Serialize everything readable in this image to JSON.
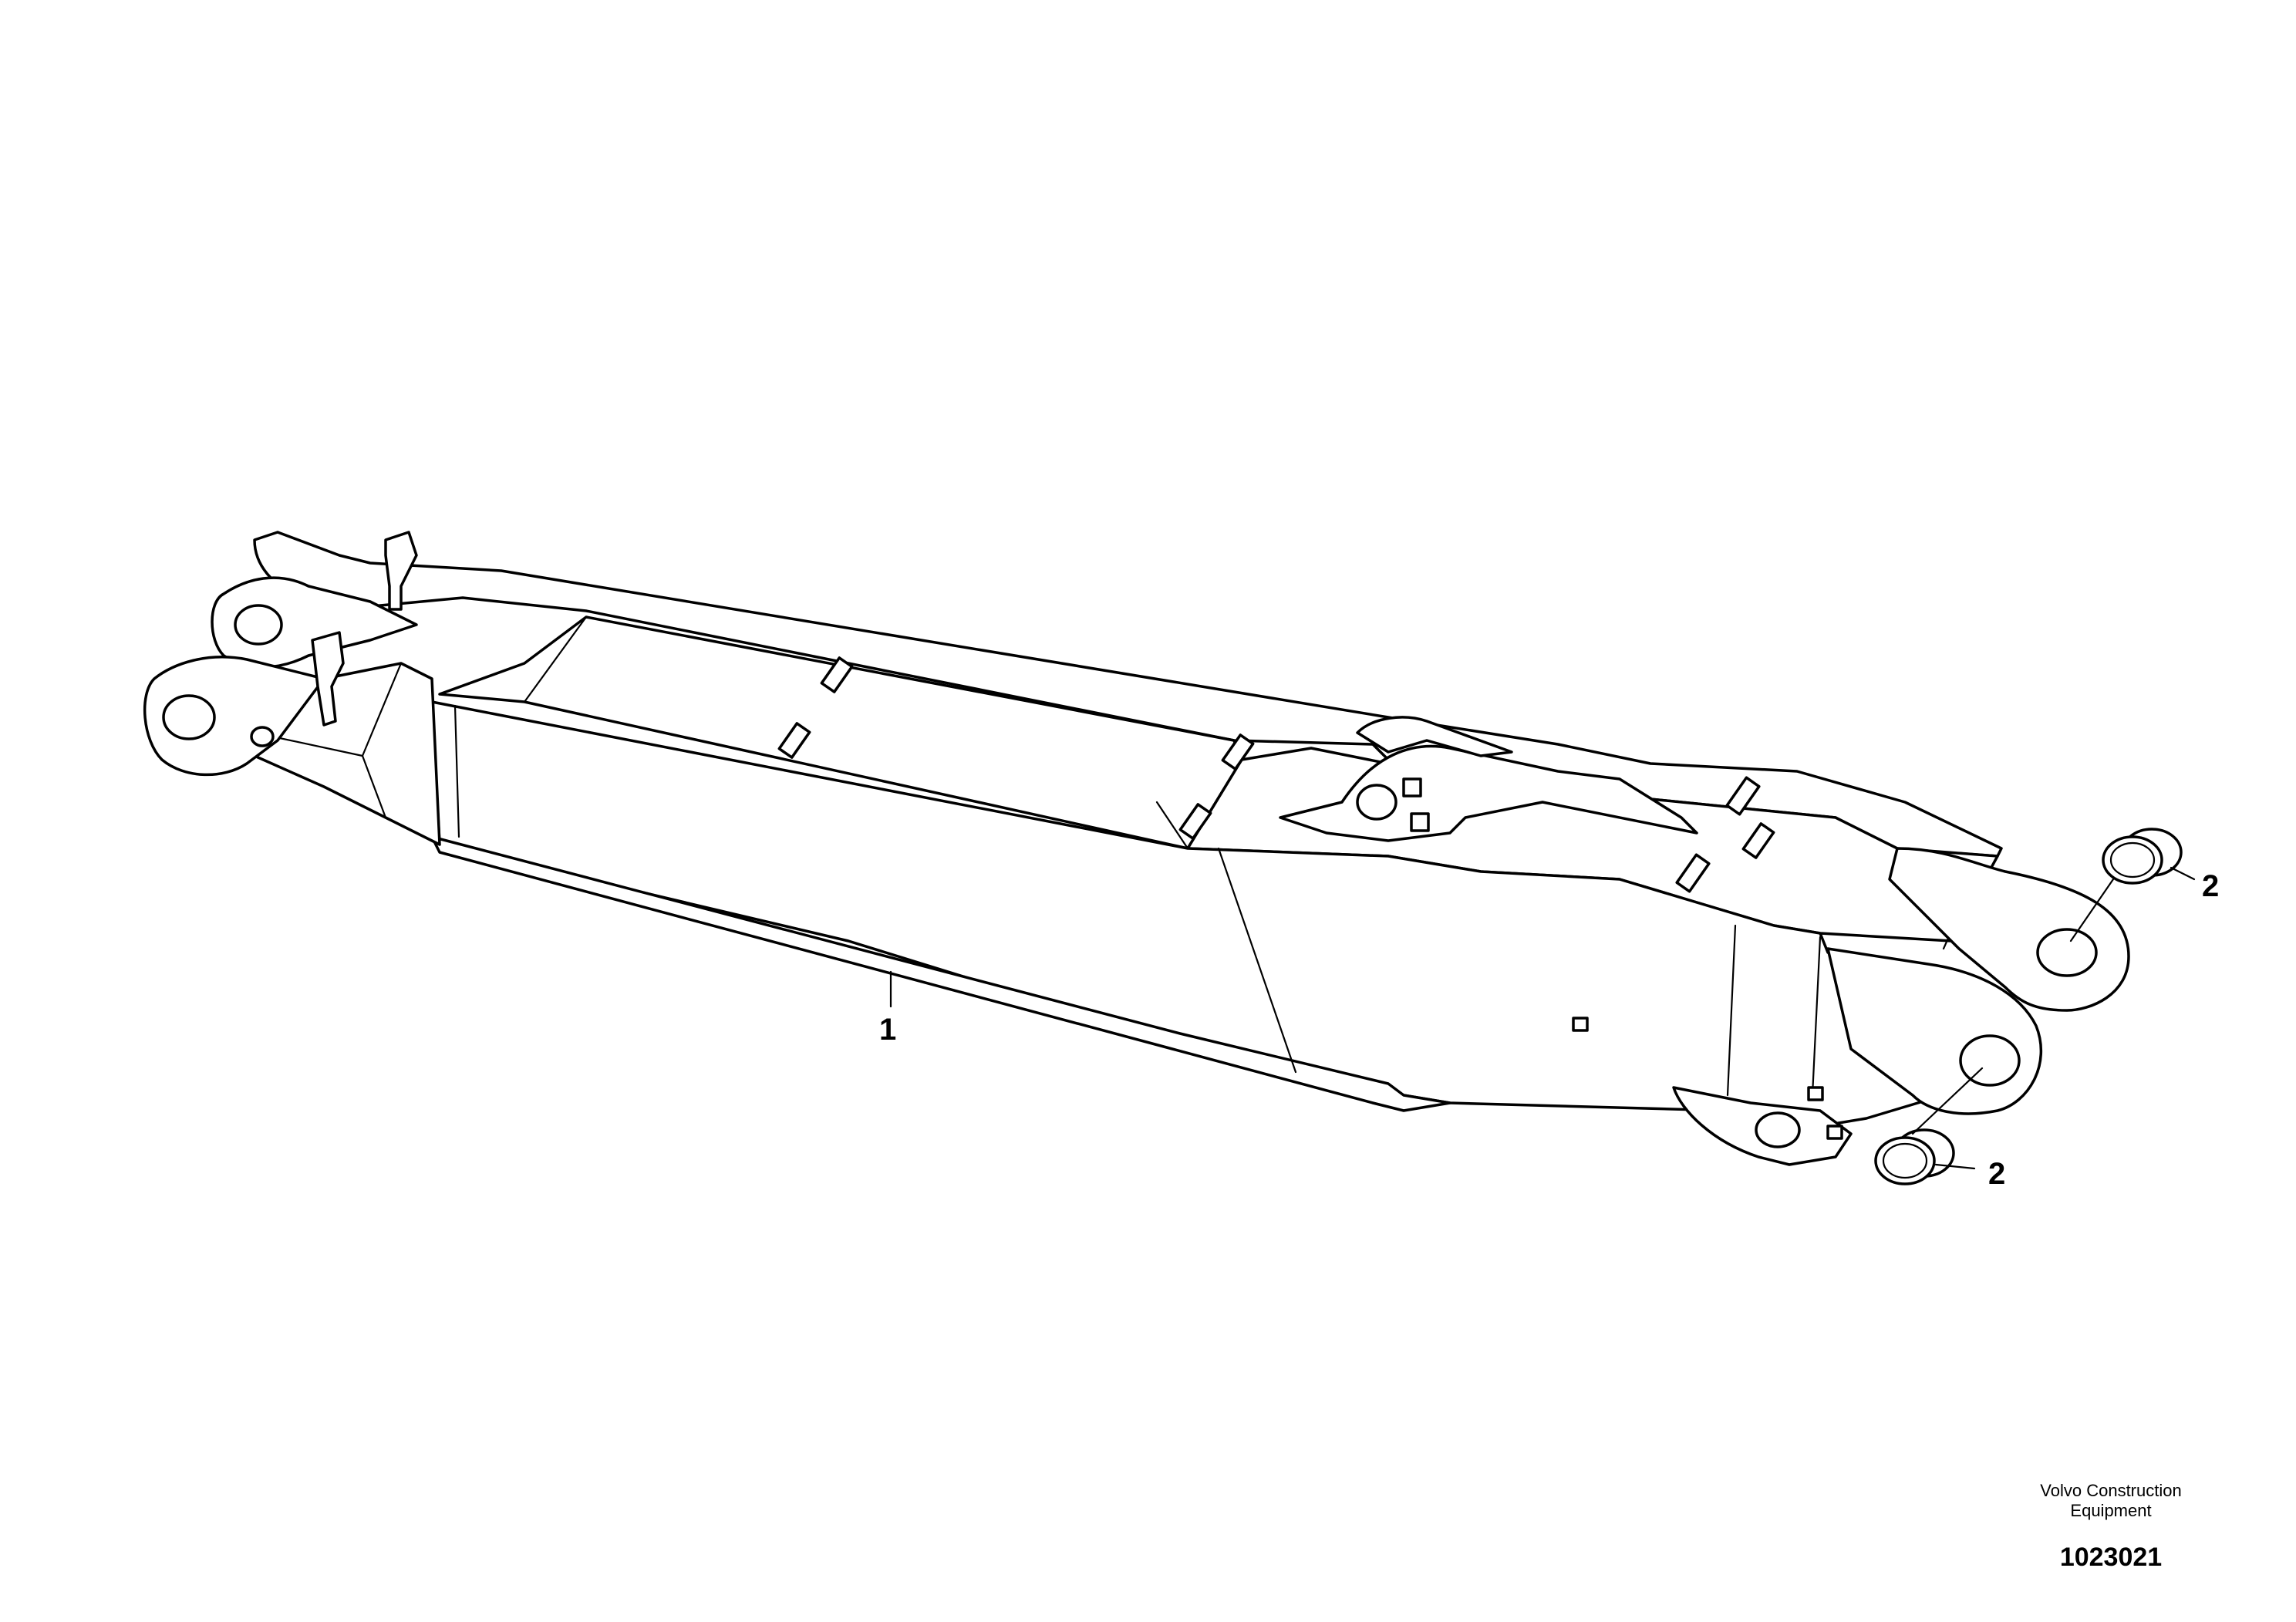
{
  "callouts": [
    {
      "id": "1",
      "label": "1"
    },
    {
      "id": "2a",
      "label": "2"
    },
    {
      "id": "2b",
      "label": "2"
    }
  ],
  "caption": {
    "company": "Volvo Construction Equipment",
    "drawing_number": "1023021"
  }
}
